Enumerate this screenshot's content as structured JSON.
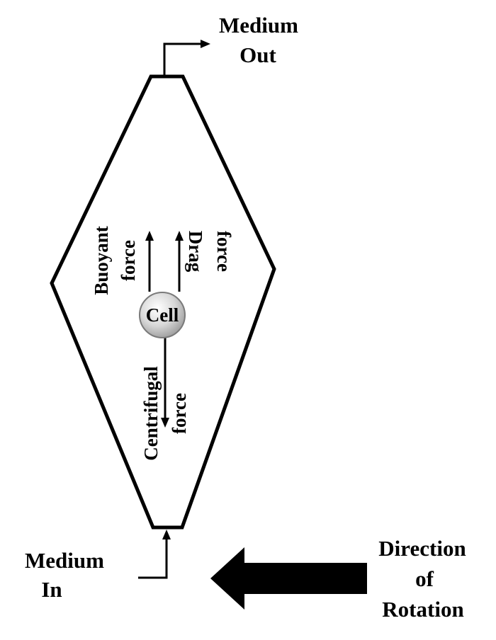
{
  "outlet": {
    "line1": "Medium",
    "line2": "Out"
  },
  "inlet": {
    "line1": "Medium",
    "line2": "In"
  },
  "rotation": {
    "line1": "Direction",
    "line2": "of",
    "line3": "Rotation"
  },
  "cell": {
    "label": "Cell"
  },
  "forces": {
    "buoyant": {
      "line1": "Buoyant",
      "line2": "force"
    },
    "drag": {
      "line1": "Drag",
      "line2": "force"
    },
    "centrifugal": {
      "line1": "Centrifugal",
      "line2": "force"
    }
  }
}
